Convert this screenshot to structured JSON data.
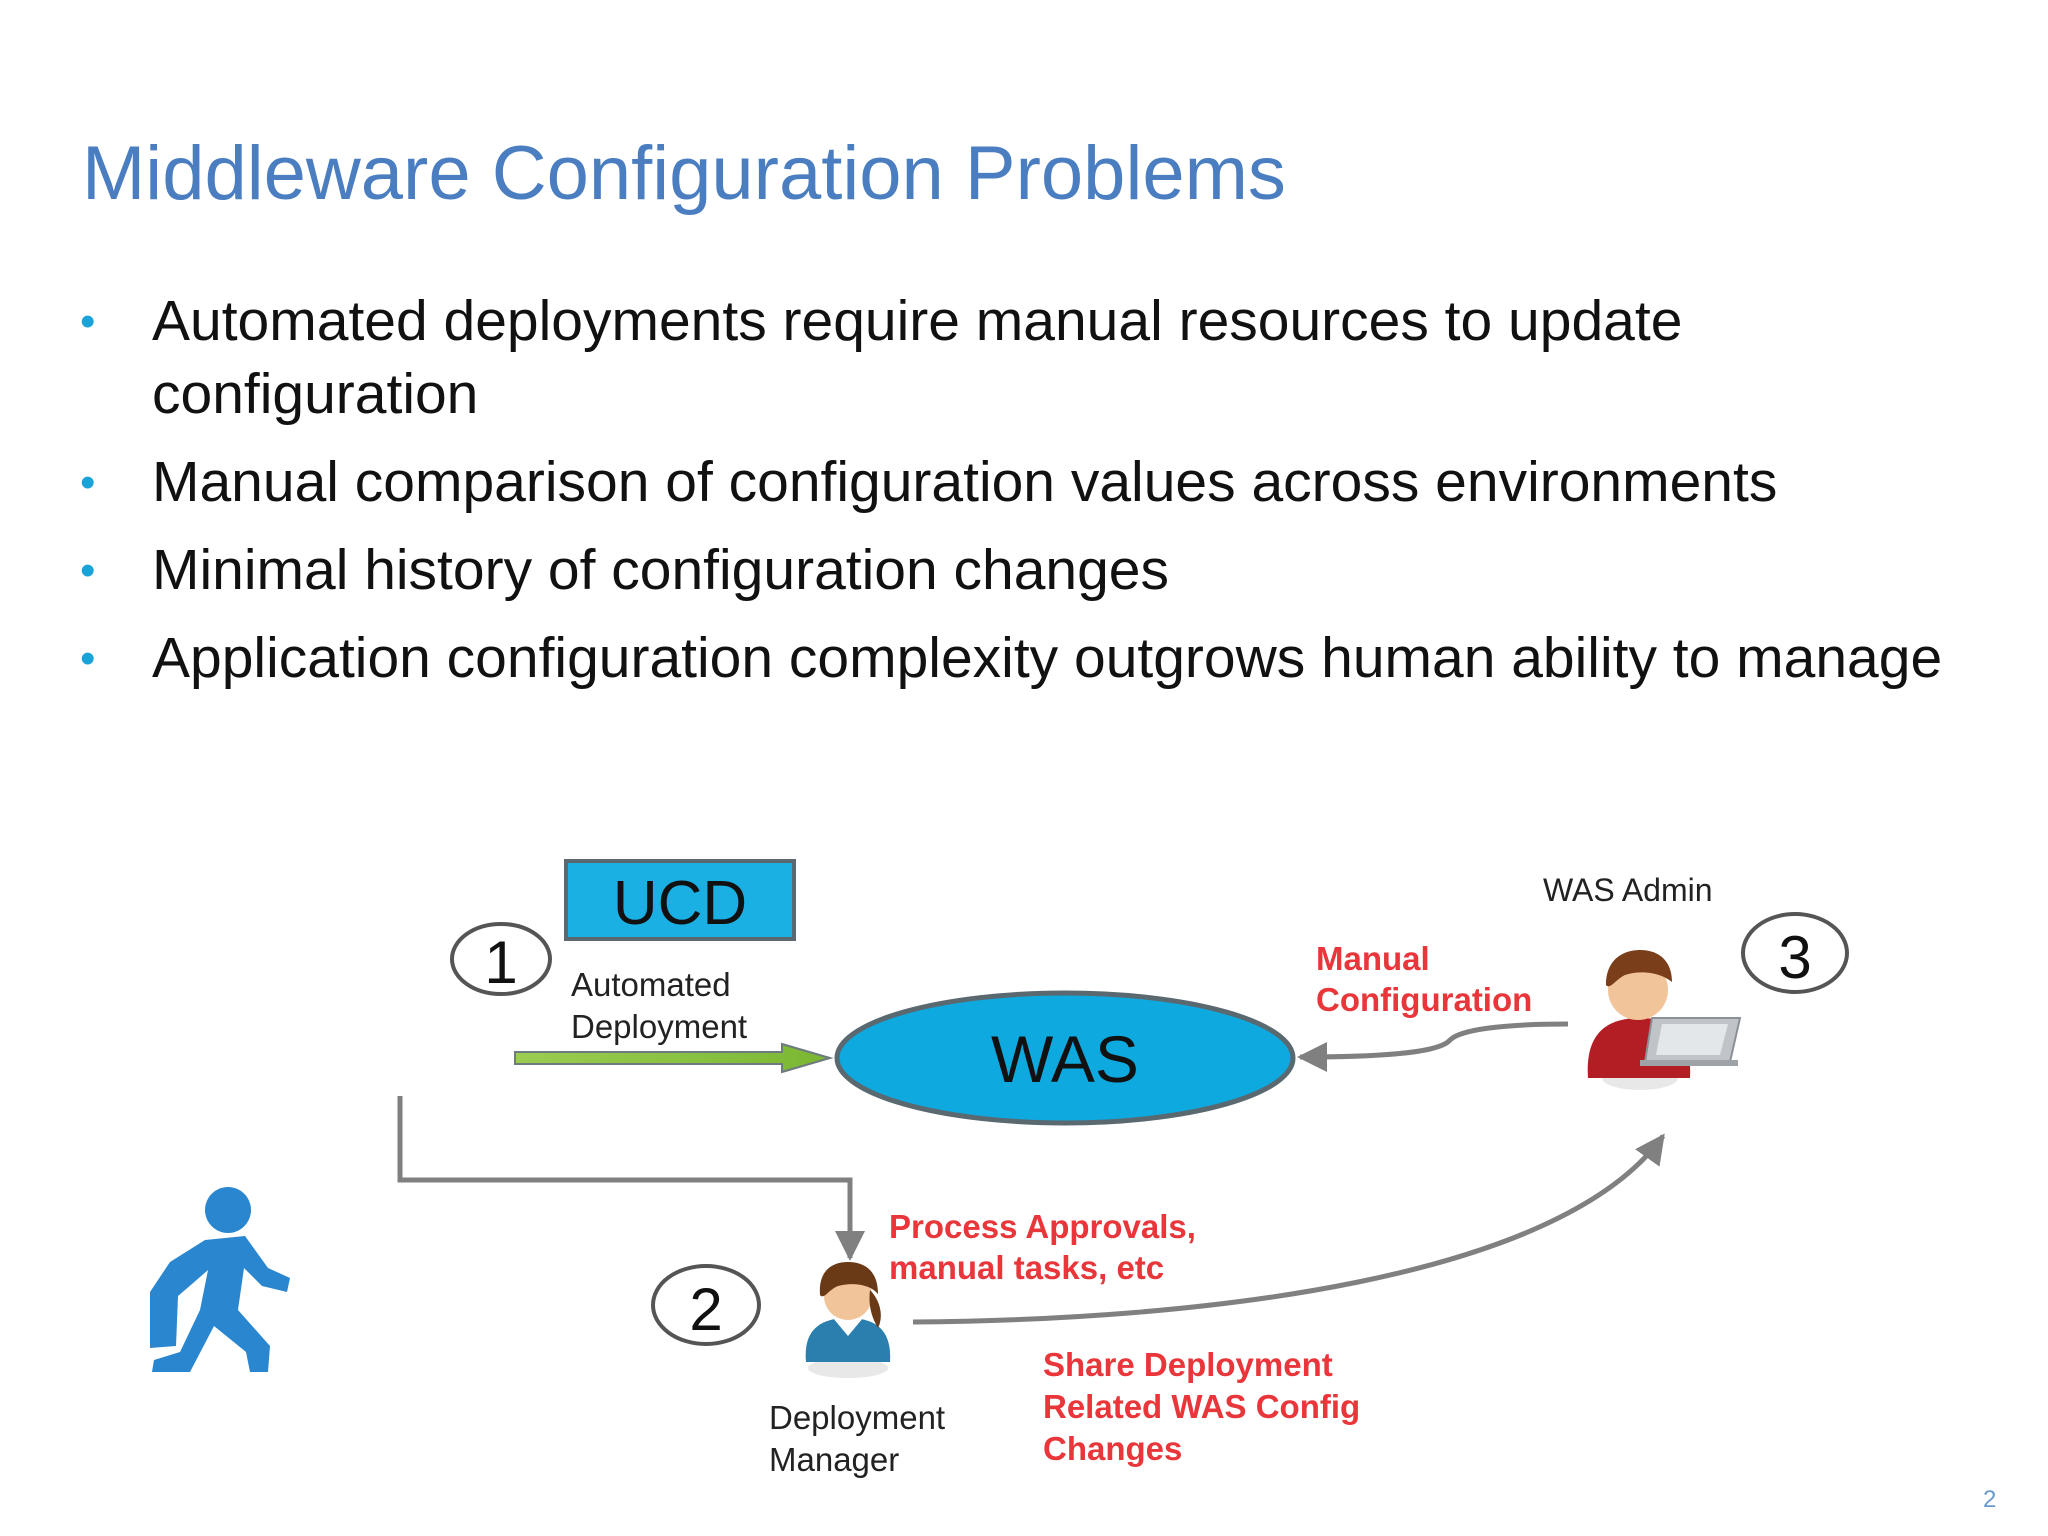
{
  "slide": {
    "title": "Middleware Configuration Problems",
    "bullets": [
      "Automated deployments require manual resources to update configuration",
      "Manual comparison of configuration values across environments",
      "Minimal history of configuration changes",
      "Application configuration complexity outgrows human ability to manage"
    ],
    "page_number": "2"
  },
  "diagram": {
    "ucd_label": "UCD",
    "was_label": "WAS",
    "step_1": "1",
    "step_2": "2",
    "step_3": "3",
    "automated_deployment": [
      "Automated",
      "Deployment"
    ],
    "was_admin": "WAS Admin",
    "manual_configuration": [
      "Manual",
      "Configuration"
    ],
    "process_approvals": [
      "Process Approvals,",
      "manual tasks, etc"
    ],
    "share_changes": [
      "Share Deployment",
      "Related WAS Config",
      "Changes"
    ],
    "deployment_manager": [
      "Deployment",
      "Manager"
    ],
    "colors": {
      "title_blue": "#4a7ec0",
      "bullet_cyan": "#1aa3d8",
      "box_cyan": "#1ab0e4",
      "annotation_red": "#e8363a",
      "arrow_green": "#8cc63f",
      "connector_gray": "#808080"
    },
    "icons": [
      "walking-person-icon",
      "deployment-manager-person-icon",
      "was-admin-laptop-person-icon"
    ]
  }
}
